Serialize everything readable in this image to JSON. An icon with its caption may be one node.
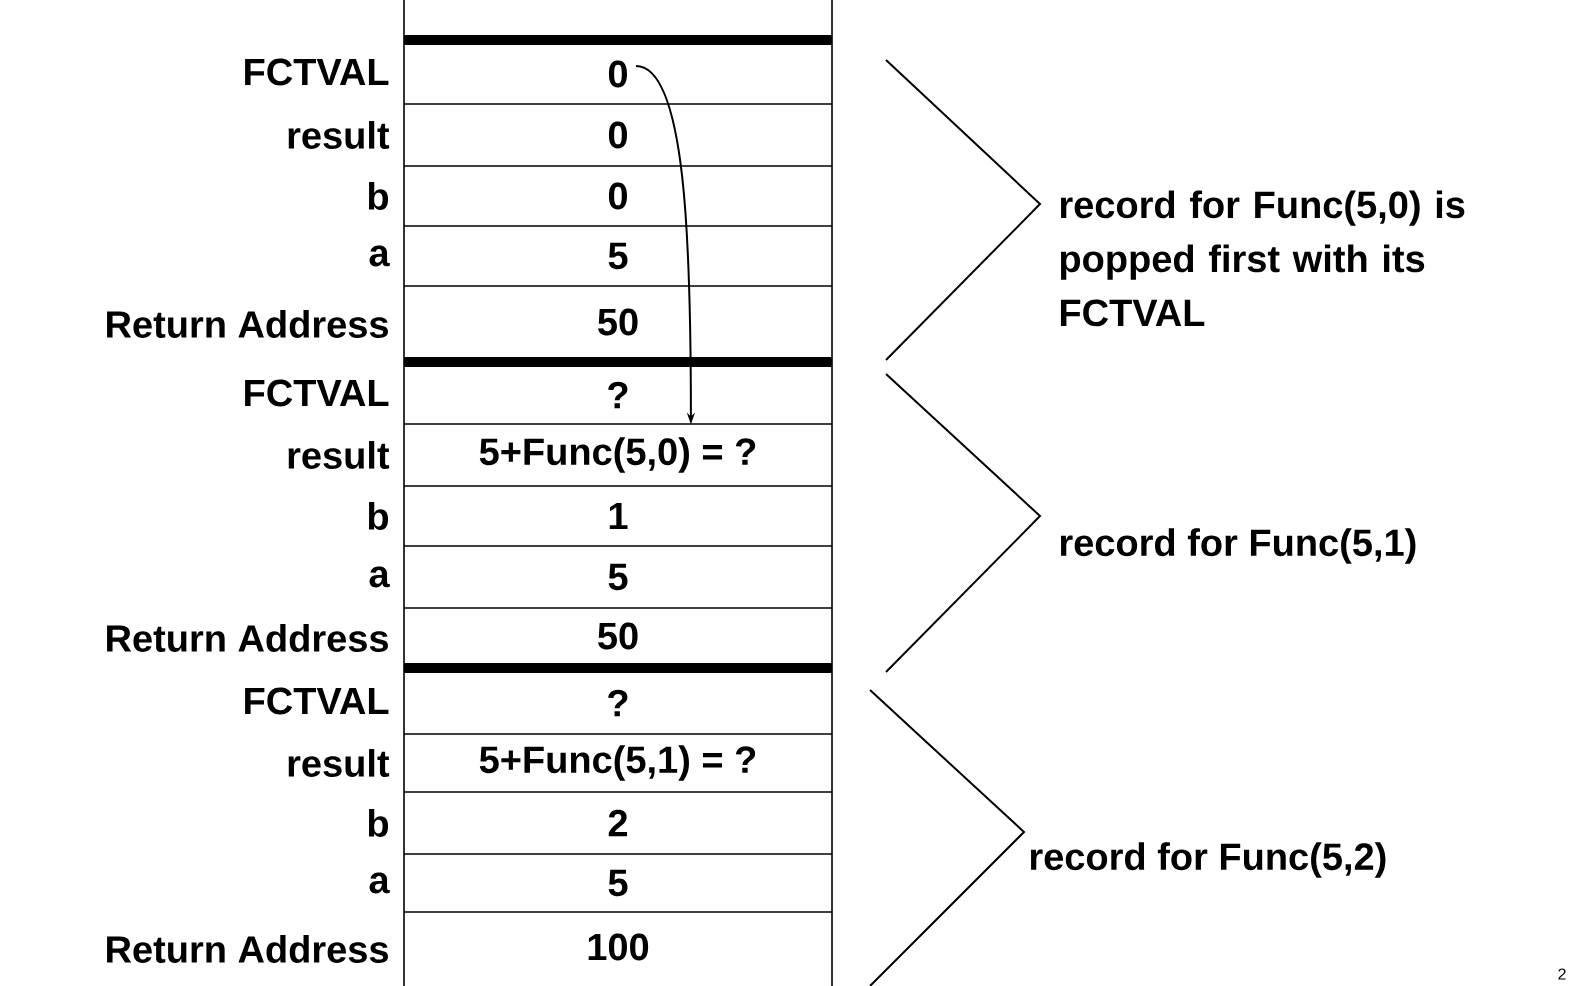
{
  "diagram": {
    "nodes": [
      {
        "text": [
          "0"
        ]
      },
      {
        "text": [
          "0"
        ]
      },
      {
        "text": [
          "0"
        ]
      },
      {
        "text": [
          "5"
        ]
      },
      {
        "text": [
          "50"
        ]
      },
      {
        "text": [
          "?"
        ]
      },
      {
        "text": [
          "5+Func(5,0) = ?"
        ]
      },
      {
        "text": [
          "1"
        ]
      },
      {
        "text": [
          "5"
        ]
      },
      {
        "text": [
          "50"
        ]
      },
      {
        "text": [
          "?"
        ]
      },
      {
        "text": [
          "5+Func(5,1) = ?"
        ]
      },
      {
        "text": [
          "2"
        ]
      },
      {
        "text": [
          "5"
        ]
      },
      {
        "text": [
          "100"
        ]
      }
    ],
    "edges": [
      {
        "from": 0,
        "to": 6,
        "arrow": "to"
      }
    ],
    "labels": [
      "FCTVAL",
      "result",
      "b",
      "a",
      "Return Address",
      "record for Func(5,0) is popped first with its FCTVAL",
      "FCTVAL",
      "result",
      "b",
      "a",
      "Return Address",
      "record for Func(5,1)",
      "FCTVAL",
      "result",
      "b",
      "a",
      "Return Address",
      "record for Func(5,2)",
      "2"
    ]
  }
}
